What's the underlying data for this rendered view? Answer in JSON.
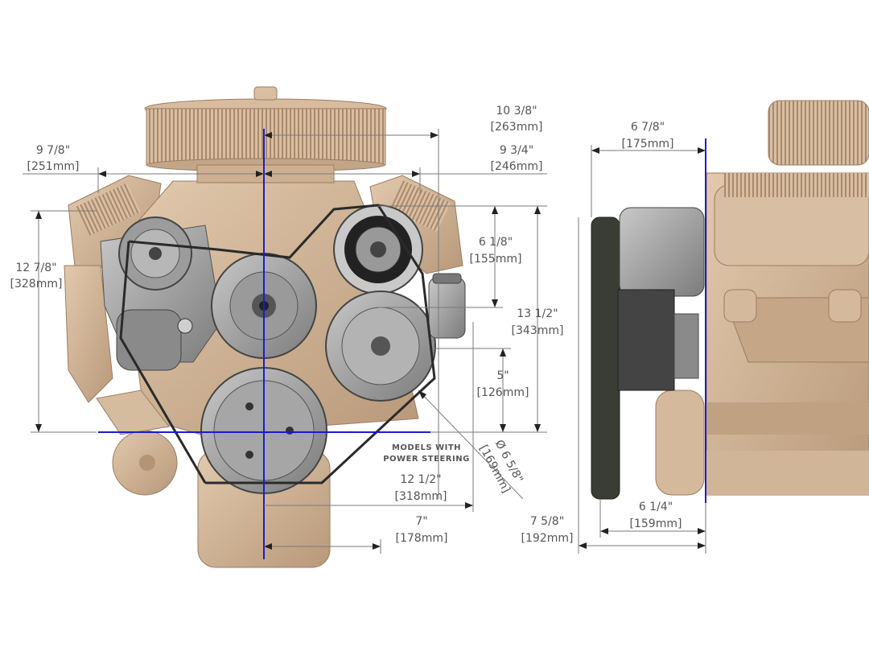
{
  "colors": {
    "engine_tan": "#cdb091",
    "engine_shadow": "#a8896a",
    "accessory_gray": "#8f8f8f",
    "accessory_dark": "#5a5a5a",
    "belt": "#2a2a2a",
    "centerline_blue": "#1c1ccc",
    "dimension_gray": "#7a7a7a"
  },
  "front_view": {
    "dimensions": [
      {
        "id": "width-left",
        "imperial": "9 7/8\"",
        "metric": "[251mm]"
      },
      {
        "id": "width-right-upper",
        "imperial": "10 3/8\"",
        "metric": "[263mm]"
      },
      {
        "id": "width-right",
        "imperial": "9 3/4\"",
        "metric": "[246mm]"
      },
      {
        "id": "height-left",
        "imperial": "12 7/8\"",
        "metric": "[328mm]"
      },
      {
        "id": "alternator-height",
        "imperial": "6 1/8\"",
        "metric": "[155mm]"
      },
      {
        "id": "height-right",
        "imperial": "13 1/2\"",
        "metric": "[343mm]"
      },
      {
        "id": "ps-height",
        "imperial": "5\"",
        "metric": "[126mm]"
      },
      {
        "id": "pulley-diameter",
        "imperial": "Ø 6 5/8\"",
        "metric": "[169mm]"
      },
      {
        "id": "bottom-width-1",
        "imperial": "12 1/2\"",
        "metric": "[318mm]"
      },
      {
        "id": "bottom-width-2",
        "imperial": "7\"",
        "metric": "[178mm]"
      }
    ],
    "note_lines": [
      "MODELS WITH",
      "POWER STEERING"
    ]
  },
  "side_view": {
    "dimensions": [
      {
        "id": "side-top",
        "imperial": "6 7/8\"",
        "metric": "[175mm]"
      },
      {
        "id": "side-bottom-inner",
        "imperial": "6 1/4\"",
        "metric": "[159mm]"
      },
      {
        "id": "side-bottom-outer",
        "imperial": "7 5/8\"",
        "metric": "[192mm]"
      }
    ]
  }
}
